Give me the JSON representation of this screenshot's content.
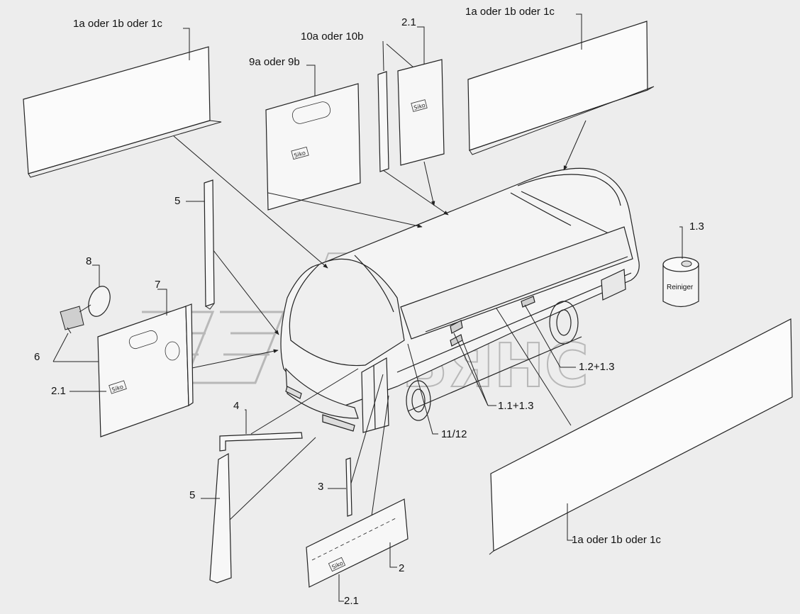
{
  "labels": {
    "panel_top_left": "1a oder 1b oder 1c",
    "panel_top_right": "1a oder 1b oder 1c",
    "panel_bottom_right": "1a oder 1b oder 1c",
    "door_panel": "9a oder 9b",
    "strip_10": "10a oder 10b",
    "sheet_top": "2.1",
    "sheet_left": "2.1",
    "sheet_bottom": "2.1",
    "can": "1.3",
    "side_marker": "1.2+1.3",
    "front_marker": "1.1+1.3",
    "wheel_ref": "11/12",
    "mirror": "8",
    "cover_7": "7",
    "mirror_mount": "6",
    "pillar_top": "5",
    "pillar_bottom": "5",
    "trim_4": "4",
    "strip_3": "3",
    "panel_2": "2"
  },
  "can_text": "Reiniger",
  "tag_text": "Siko",
  "watermark": {
    "line1": "АВТО",
    "line2": "АЛЬЯНС"
  },
  "colors": {
    "background": "#ededed",
    "line": "#222222",
    "watermark": "#b8b8b8"
  }
}
